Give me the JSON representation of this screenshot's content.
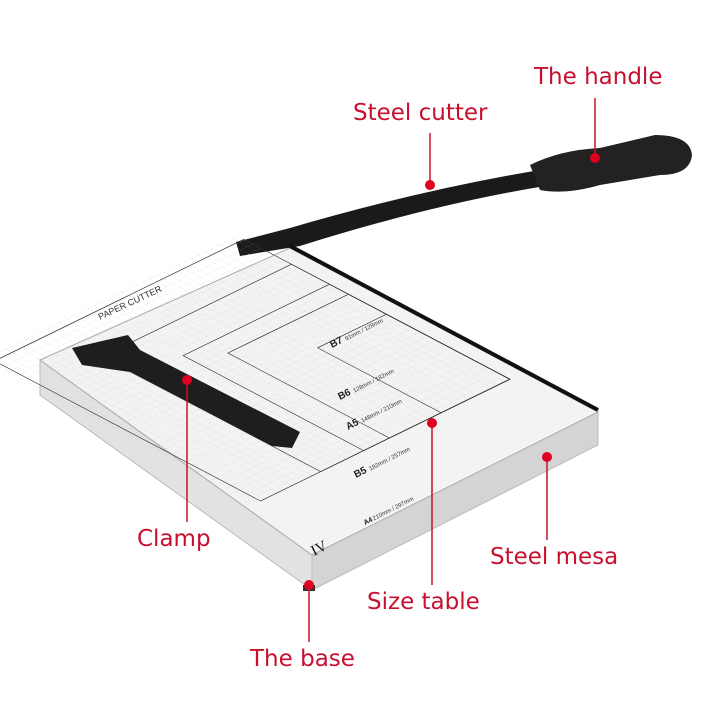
{
  "labels": {
    "handle": "The handle",
    "steel_cutter": "Steel cutter",
    "clamp": "Clamp",
    "size_table": "Size table",
    "steel_mesa": "Steel mesa",
    "base": "The base"
  },
  "product": {
    "brand_title": "PAPER CUTTER",
    "model_mark": "IV",
    "sizes": [
      {
        "name": "B7",
        "dims": "91mm / 128mm"
      },
      {
        "name": "B6",
        "dims": "128mm / 182mm"
      },
      {
        "name": "A5",
        "dims": "148mm / 210mm"
      },
      {
        "name": "B5",
        "dims": "182mm / 257mm"
      },
      {
        "name": "A4",
        "dims": "210mm / 297mm"
      }
    ]
  },
  "colors": {
    "annotation": "#c8102e",
    "body": "#f2f2f2",
    "blade": "#1a1a1a"
  }
}
